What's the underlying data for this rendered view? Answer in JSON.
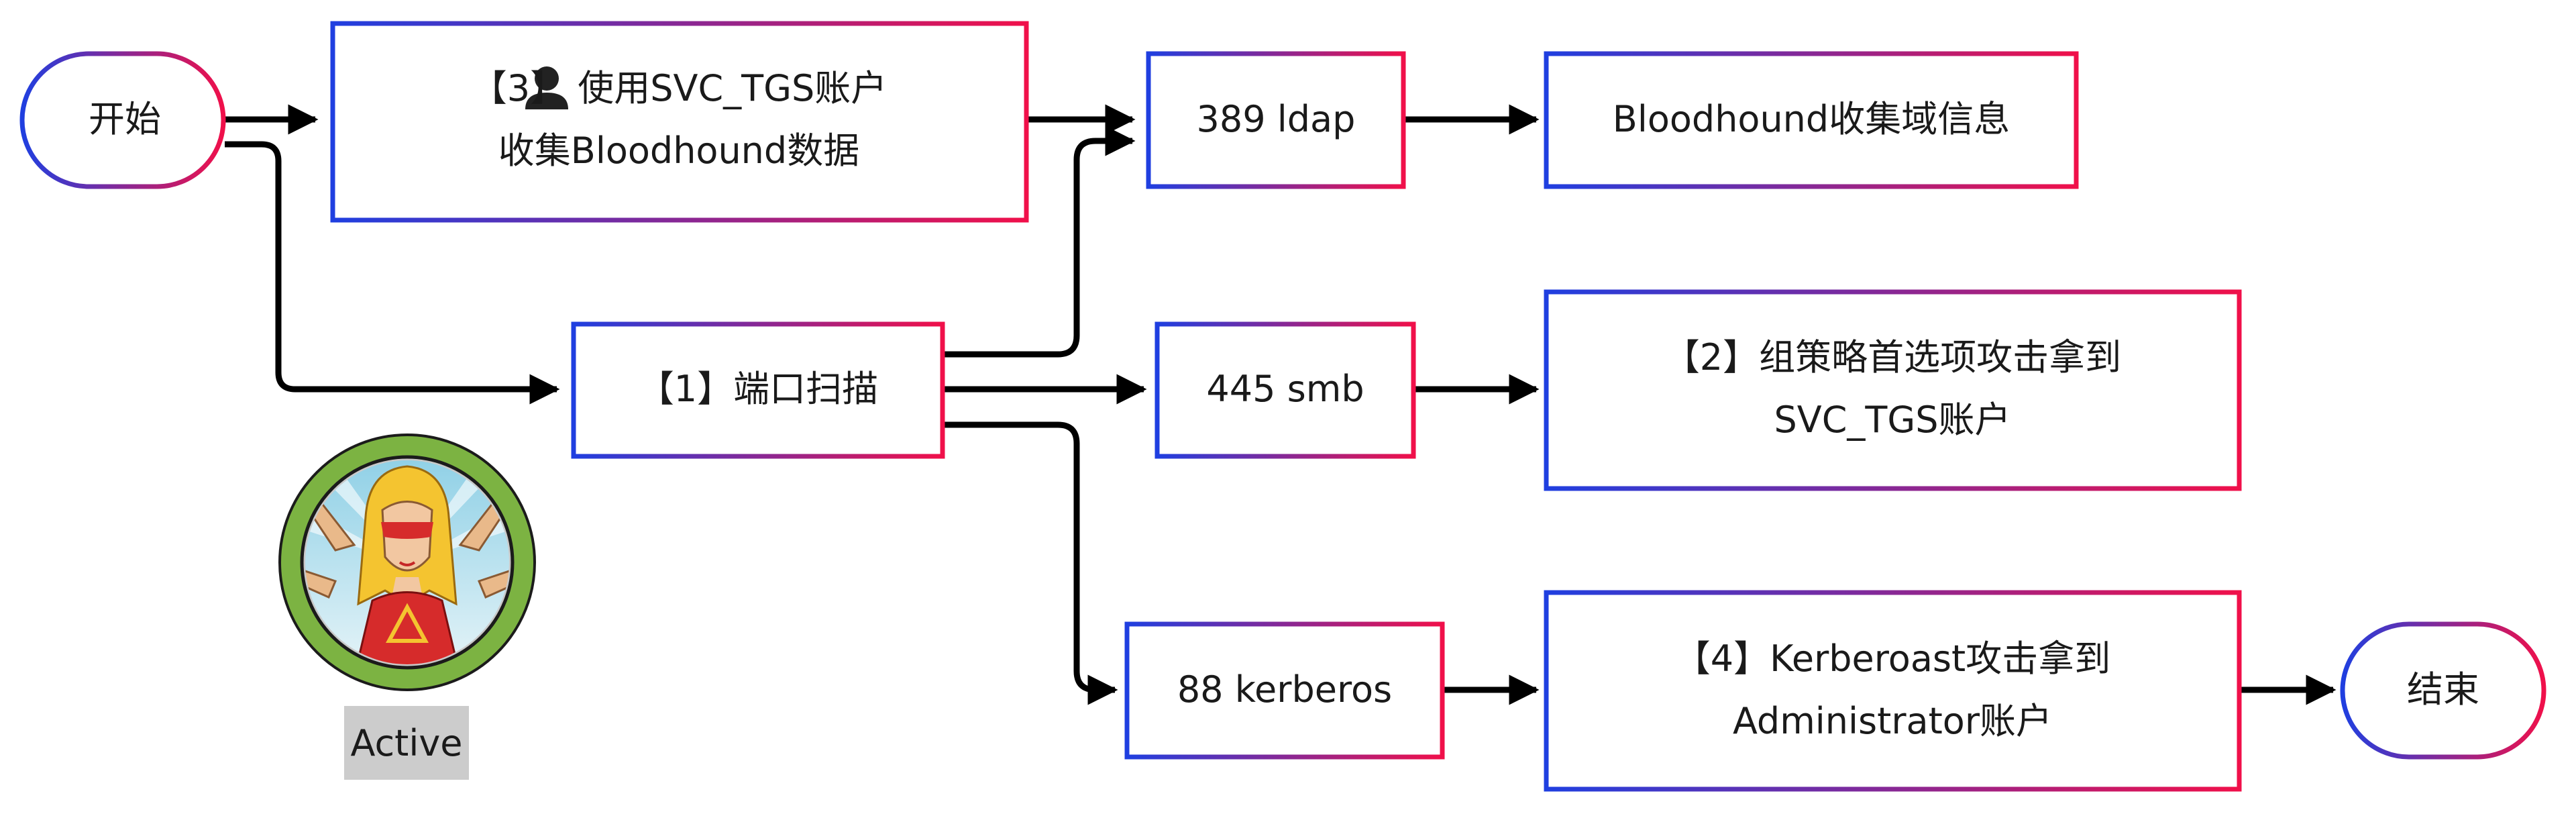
{
  "diagram": {
    "nodes": {
      "start": "开始",
      "end": "结束",
      "step3_line1": "【3】 使用SVC_TGS账户",
      "step3_line2": "收集Bloodhound数据",
      "step1": "【1】端口扫描",
      "ldap": "389 ldap",
      "bloodhound": "Bloodhound收集域信息",
      "smb": "445 smb",
      "step2_line1": "【2】组策略首选项攻击拿到",
      "step2_line2": "SVC_TGS账户",
      "kerberos": "88 kerberos",
      "step4_line1": "【4】Kerberoast攻击拿到",
      "step4_line2": "Administrator账户"
    },
    "avatar": {
      "caption": "Active",
      "icon": "masked-hero-avatar-icon"
    },
    "icons": {
      "step3": "user-icon"
    },
    "colors": {
      "gradient_start": "#1f3fe0",
      "gradient_end": "#f0104a",
      "arrow": "#000000",
      "avatar_ring": "#7cb342",
      "caption_bg": "#cccccc"
    }
  }
}
